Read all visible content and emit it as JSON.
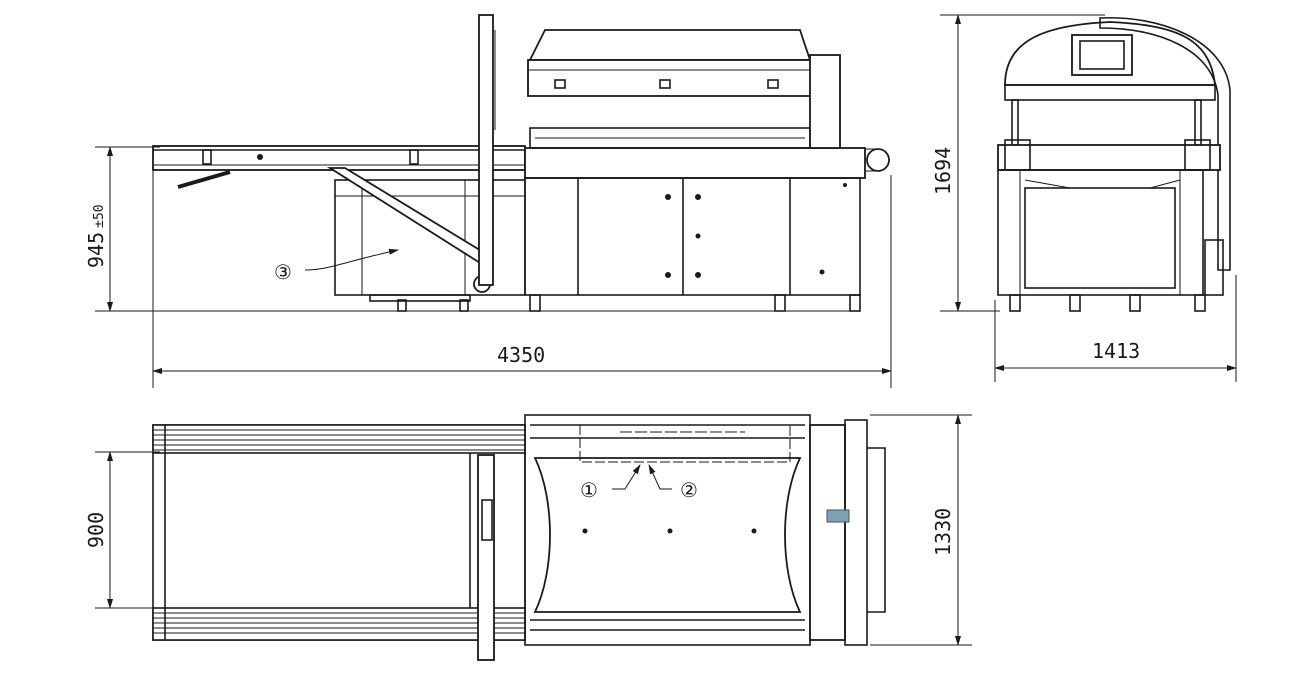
{
  "drawing": {
    "dimensions": {
      "height_side": "945",
      "height_side_tolerance": "±50",
      "length_total": "4350",
      "height_total": "1694",
      "width_front": "1413",
      "conveyor_width": "900",
      "depth_top": "1330"
    },
    "callouts": {
      "c1": "①",
      "c2": "②",
      "c3": "③"
    },
    "colors": {
      "line": "#1a1a1a",
      "indicator": "#7f9fb3"
    }
  }
}
